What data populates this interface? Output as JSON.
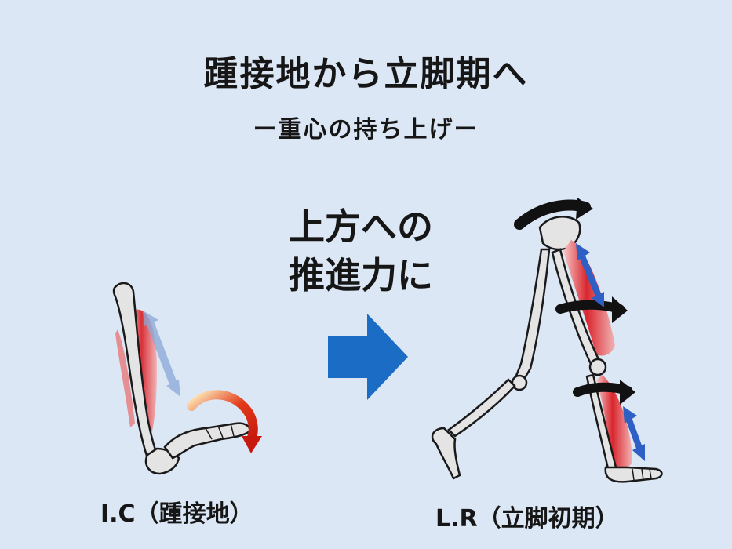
{
  "header": {
    "title": "踵接地から立脚期へ",
    "subtitle": "ー重心の持ち上げー"
  },
  "center": {
    "line1": "上方への",
    "line2": "推進力に"
  },
  "labels": {
    "left": "I.C（踵接地）",
    "right": "L.R（立脚初期）"
  },
  "colors": {
    "background": "#dce7f5",
    "arrow_blue": "#1b6cc4",
    "muscle_red": "#d9262e",
    "bone": "#e4e4e4"
  }
}
